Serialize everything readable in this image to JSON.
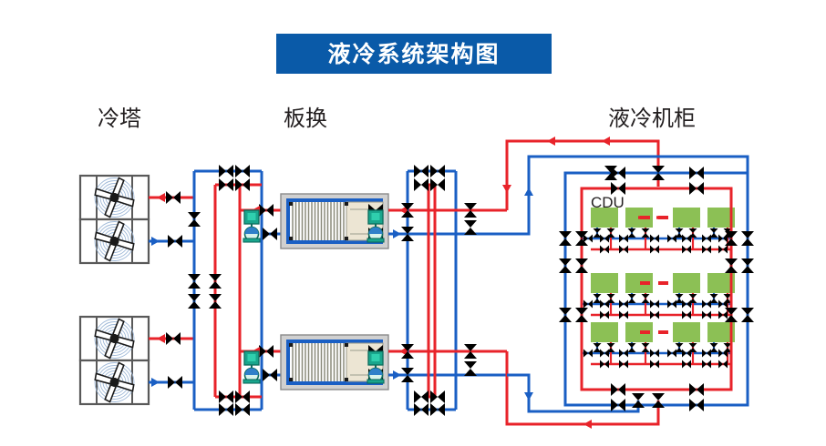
{
  "title": {
    "text": "液冷系统架构图"
  },
  "labels": {
    "cooling_tower": "冷塔",
    "plate_heat_exchanger": "板换",
    "liquid_cooled_rack": "液冷机柜"
  },
  "rack": {
    "cdu_label": "CDU"
  },
  "colors": {
    "banner_blue": "#0a5aa8",
    "hot_pipe_red": "#e8232a",
    "cold_pipe_blue": "#1a5fc4",
    "valve_black": "#000000",
    "server_green": "#8cc055",
    "tower_frame_gray": "#595959",
    "fan_circle_blue": "#9fb9d8",
    "hx_body_gray": "#d0d0d0",
    "hx_frame_blue": "#1a5fc4",
    "hx_plate_gray": "#8a8a7a",
    "hx_panel_beige": "#ece5d3",
    "pump_green": "#19a58c",
    "text_dark": "#231f20"
  },
  "components": {
    "cooling_tower_cells": 4,
    "plate_heat_exchangers": 2,
    "pumps": 4,
    "rack_rows": 3,
    "servers_per_row": 4,
    "dashed_gap_label": "----"
  }
}
